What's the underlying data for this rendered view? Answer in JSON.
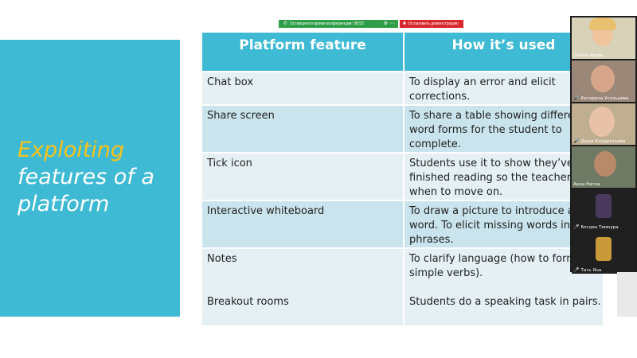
{
  "slide": {
    "title_accent": "Exploiting",
    "title_rest_1": "features of a",
    "title_rest_2": "platform"
  },
  "meeting_bar": {
    "remaining_time_label": "Оставшееся время конференции: 08:52",
    "stop_sharing_label": "Остановить демонстрацию"
  },
  "table": {
    "headers": [
      "Platform feature",
      "How it’s used"
    ],
    "rows": [
      {
        "feature": "Chat box",
        "usage": [
          "To display an error and elicit",
          "corrections."
        ]
      },
      {
        "feature": "Share screen",
        "usage": [
          "To share a table showing differen",
          "word forms for the student to",
          "complete."
        ]
      },
      {
        "feature": "Tick icon",
        "usage": [
          "Students use it to show they’ve",
          "finished reading so the teacher kn",
          "when to move on."
        ]
      },
      {
        "feature": "Interactive whiteboard",
        "usage": [
          "To draw a picture to introduce a n",
          "word. To elicit missing words in us",
          "phrases."
        ]
      },
      {
        "feature": "Notes",
        "usage": [
          "To clarify language (how to form",
          "simple verbs)."
        ]
      },
      {
        "feature": "Breakout rooms",
        "usage": [
          "Students do a speaking task in pairs."
        ]
      }
    ]
  },
  "participants": [
    {
      "name": "Олена Ярова",
      "muted": false
    },
    {
      "name": "Катерина Усольцева",
      "muted": true
    },
    {
      "name": "Даша Кондратьева",
      "muted": true
    },
    {
      "name": "Анна Натха",
      "muted": false
    },
    {
      "name": "Богдан Темнура",
      "muted": true
    },
    {
      "name": "Тать Яна",
      "muted": true
    }
  ],
  "colors": {
    "accent": "#3fbad4",
    "title_highlight": "#f7c21a",
    "timer_green": "#2f9e48",
    "stop_red": "#d8282d"
  }
}
